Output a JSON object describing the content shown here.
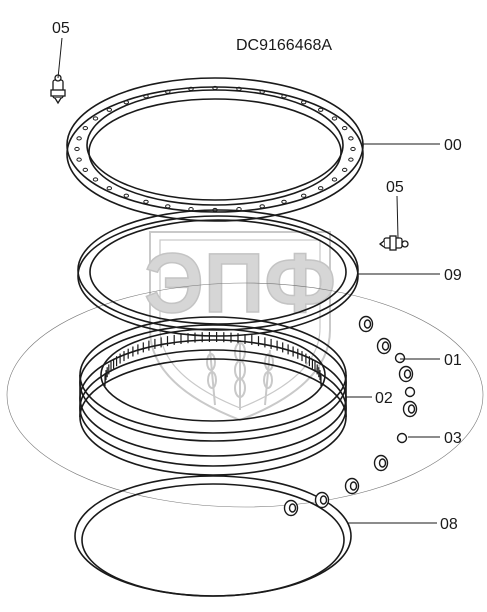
{
  "drawing_code": "DC9166468A",
  "watermark": {
    "text": "ЭПФ",
    "color": "#c4c4c4"
  },
  "part_labels": {
    "p05_top": "05",
    "p00": "00",
    "p05_right": "05",
    "p09": "09",
    "p01": "01",
    "p02": "02",
    "p03": "03",
    "p08": "08"
  },
  "colors": {
    "ink": "#1a1a1a",
    "watermark": "#c8c8c8",
    "background": "#ffffff"
  }
}
